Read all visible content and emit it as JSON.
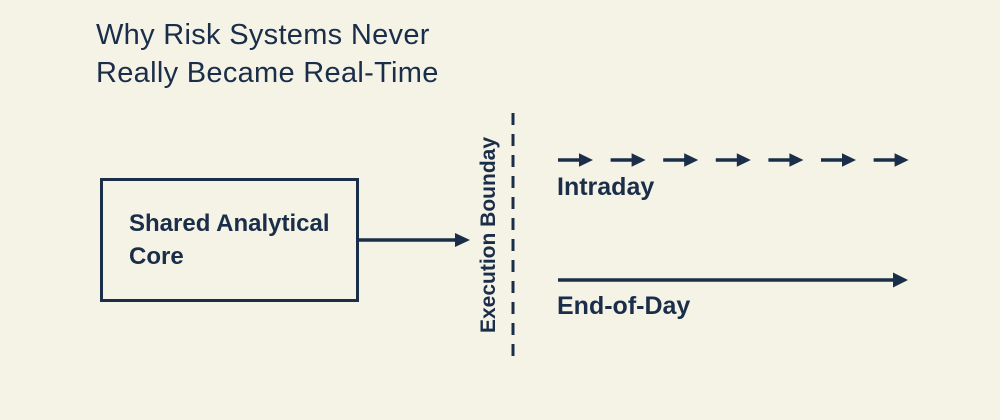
{
  "colors": {
    "background": "#f5f2e6",
    "ink": "#1a2e49"
  },
  "title": "Why Risk Systems Never\nReally Became Real-Time",
  "diagram": {
    "core_box": {
      "label": "Shared Analytical Core"
    },
    "boundary": {
      "label": "Execution Bounday",
      "line_style": "dashed"
    },
    "intraday": {
      "label": "Intraday",
      "arrow_count": 7,
      "arrow_style": "segmented"
    },
    "end_of_day": {
      "label": "End-of-Day",
      "arrow_style": "solid"
    }
  }
}
